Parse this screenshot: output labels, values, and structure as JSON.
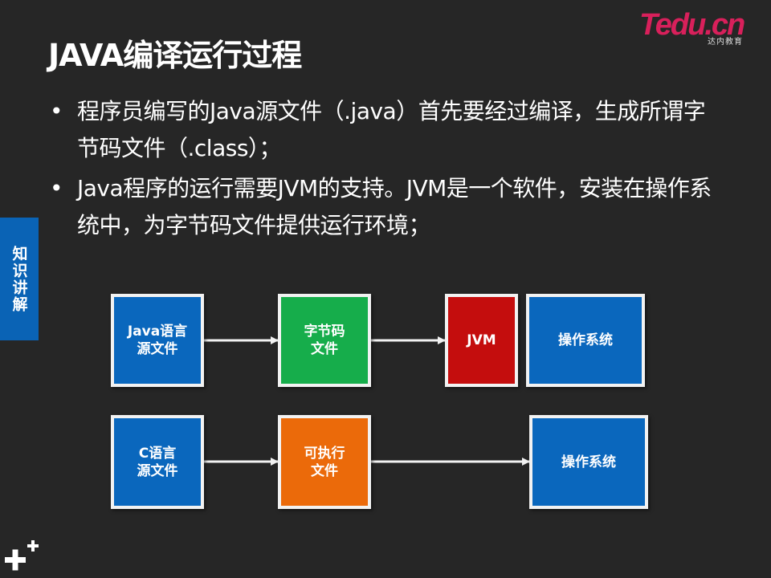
{
  "logo": {
    "main": "Tedu.cn",
    "sub": "达内教育",
    "color": "#d8205b"
  },
  "title": "JAVA编译运行过程",
  "bullets": [
    "程序员编写的Java源文件（.java）首先要经过编译，生成所谓字节码文件（.class）；",
    "Java程序的运行需要JVM的支持。JVM是一个软件，安装在操作系统中，为字节码文件提供运行环境；"
  ],
  "side_tab": "知识讲解",
  "diagram": {
    "row1": {
      "java_source": "Java语言\n源文件",
      "bytecode": "字节码\n文件",
      "jvm": "JVM",
      "os": "操作系统"
    },
    "row2": {
      "c_source": "C语言\n源文件",
      "executable": "可执行\n文件",
      "os": "操作系统"
    },
    "colors": {
      "blue": "#0a67bd",
      "green": "#16ad4b",
      "red": "#c40d0d",
      "orange": "#eb6a0a",
      "background": "#262626"
    }
  },
  "icons": {
    "corner": "plus-plus-icon"
  }
}
